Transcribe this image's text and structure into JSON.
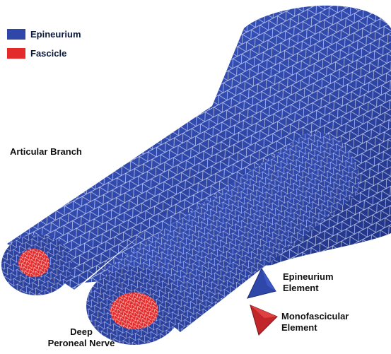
{
  "legend": {
    "items": [
      {
        "label": "Epineurium",
        "color": "#2f47a8"
      },
      {
        "label": "Fascicle",
        "color": "#e32b2b"
      }
    ]
  },
  "labels": {
    "articular_branch": "Articular Branch",
    "deep_peroneal_line1": "Deep",
    "deep_peroneal_line2": "Peroneal Nerve",
    "epineurium_element_line1": "Epineurium",
    "epineurium_element_line2": "Element",
    "monofascicular_element_line1": "Monofascicular",
    "monofascicular_element_line2": "Element"
  },
  "colors": {
    "mesh_fill": "#2f47a8",
    "mesh_shade": "#1f3385",
    "mesh_lines": "#e8ecff",
    "fascicle": "#e32b2b",
    "element_red": "#c0262a"
  },
  "icons": [
    "epineurium-element-icon",
    "monofascicular-element-icon"
  ]
}
